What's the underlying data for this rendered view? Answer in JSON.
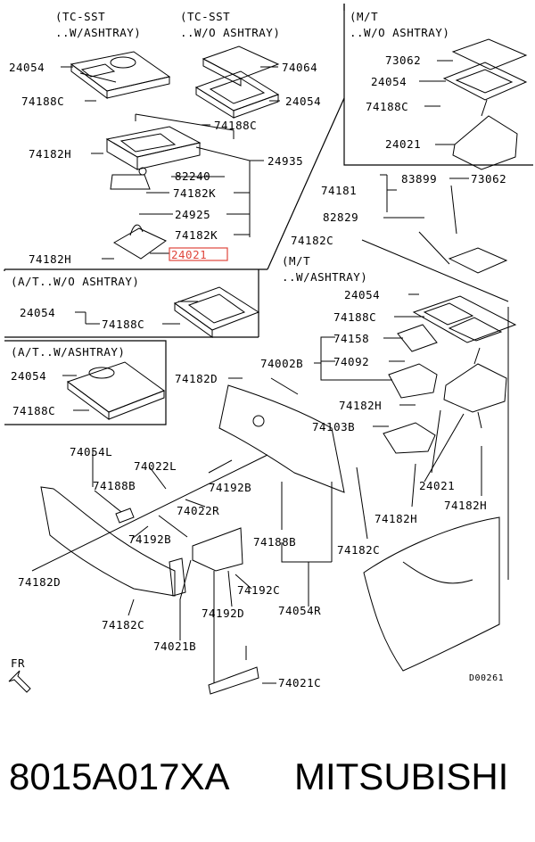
{
  "variants": {
    "tc_sst_ashtray": [
      "(TC-SST",
      "..W/ASHTRAY)"
    ],
    "tc_sst_no_ashtray": [
      "(TC-SST",
      "..W/O ASHTRAY)"
    ],
    "mt_no_ashtray": [
      "(M/T",
      "..W/O ASHTRAY)"
    ],
    "mt_ashtray": [
      "(M/T",
      "..W/ASHTRAY)"
    ],
    "at_no_ashtray": "(A/T..W/O ASHTRAY)",
    "at_ashtray": "(A/T..W/ASHTRAY)"
  },
  "part_labels": {
    "p24054_a": "24054",
    "p74064": "74064",
    "p74188c_a": "74188C",
    "p24054_b": "24054",
    "p74188c_b": "74188C",
    "p73062_a": "73062",
    "p24054_c": "24054",
    "p74188c_c": "74188C",
    "p24021_a": "24021",
    "p74182h_a": "74182H",
    "p82240": "82240",
    "p24935": "24935",
    "p74182k_a": "74182K",
    "p24925": "24925",
    "p74182k_b": "74182K",
    "p74182h_b": "74182H",
    "p24021_hl": "24021",
    "p74181": "74181",
    "p83899": "83899",
    "p73062_b": "73062",
    "p82829": "82829",
    "p74182c_a": "74182C",
    "p24054_d": "24054",
    "p74188c_d": "74188C",
    "p24054_e": "24054",
    "p74188c_e": "74188C",
    "p74158": "74158",
    "p74092": "74092",
    "p74002b": "74002B",
    "p24054_f": "24054",
    "p74188c_f": "74188C",
    "p74182d_a": "74182D",
    "p74182h_c": "74182H",
    "p74103b": "74103B",
    "p74054l": "74054L",
    "p74022l": "74022L",
    "p74188b_a": "74188B",
    "p74192b_a": "74192B",
    "p74022r": "74022R",
    "p74192b_b": "74192B",
    "p24021_b": "24021",
    "p74182h_d": "74182H",
    "p74182h_e": "74182H",
    "p74188b_b": "74188B",
    "p74182c_b": "74182C",
    "p74182d_b": "74182D",
    "p74192c": "74192C",
    "p74182c_c": "74182C",
    "p74192d": "74192D",
    "p74054r": "74054R",
    "p74021b": "74021B",
    "p74021c": "74021C"
  },
  "front_marker": "FR",
  "diagram_code": "D00261",
  "footer": {
    "part_number": "8015A017XA",
    "brand": "MITSUBISHI"
  },
  "highlight_color": "#e0463c"
}
